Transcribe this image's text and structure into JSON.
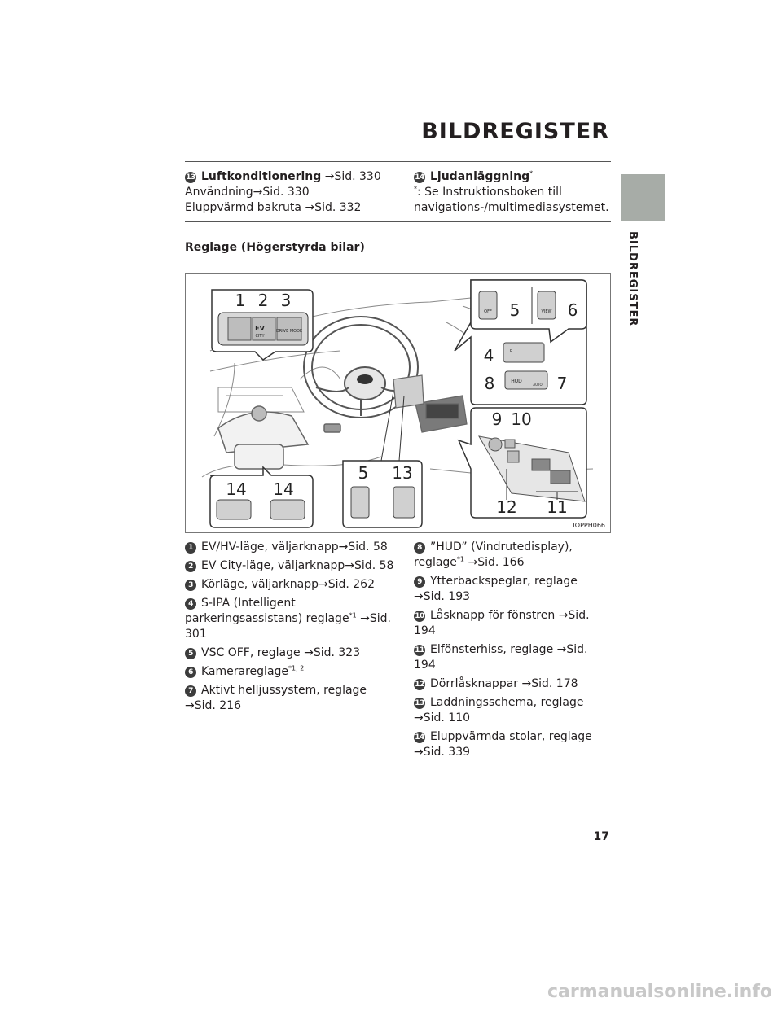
{
  "header": {
    "title": "BILDREGISTER"
  },
  "side_tab": {
    "label": "BILDREGISTER"
  },
  "top_section": {
    "left": {
      "badge": "13",
      "title": "Luftkonditionering",
      "title_ref": "→Sid. 330",
      "line1": "Användning→Sid. 330",
      "line2": "Eluppvärmd bakruta →Sid. 332"
    },
    "right": {
      "badge": "14",
      "title": "Ljudanläggning",
      "title_sup": "*",
      "note_sup": "*",
      "note": ": Se Instruktionsboken till navigations-/multimediasystemet."
    }
  },
  "subheading": "Reglage (Högerstyrda bilar)",
  "figure": {
    "code": "IOPPH066",
    "callouts": [
      "1",
      "2",
      "3",
      "4",
      "5",
      "6",
      "7",
      "8",
      "9",
      "10",
      "11",
      "12",
      "13",
      "14"
    ],
    "button_labels": {
      "drive_mode": "DRIVE MODE",
      "ev": "EV",
      "city": "CITY",
      "off": "OFF",
      "view": "VIEW",
      "hud": "HUD",
      "auto": "AUTO",
      "p": "P"
    }
  },
  "list_left": [
    {
      "badge": "1",
      "text": "EV/HV-läge, väljarknapp→Sid. 58"
    },
    {
      "badge": "2",
      "text": "EV City-läge, väljarknapp→Sid. 58"
    },
    {
      "badge": "3",
      "text": "Körläge, väljarknapp→Sid. 262"
    },
    {
      "badge": "4",
      "text": "S-IPA (Intelligent parkeringsassistans) reglage",
      "sup": "*1",
      "ref": " →Sid. 301"
    },
    {
      "badge": "5",
      "text": "VSC OFF, reglage →Sid. 323"
    },
    {
      "badge": "6",
      "text": "Kamerareglage",
      "sup": "*1, 2",
      "ref": ""
    },
    {
      "badge": "7",
      "text": "Aktivt helljussystem, reglage →Sid. 216"
    }
  ],
  "list_right": [
    {
      "badge": "8",
      "text": "”HUD” (Vindrutedisplay), reglage",
      "sup": "*1",
      "ref": " →Sid. 166"
    },
    {
      "badge": "9",
      "text": "Ytterbackspeglar, reglage →Sid. 193"
    },
    {
      "badge": "10",
      "text": "Låsknapp för fönstren →Sid. 194"
    },
    {
      "badge": "11",
      "text": "Elfönsterhiss, reglage →Sid. 194"
    },
    {
      "badge": "12",
      "text": "Dörrlåsknappar →Sid. 178"
    },
    {
      "badge": "13",
      "text": "Laddningsschema, reglage →Sid. 110"
    },
    {
      "badge": "14",
      "text": "Eluppvärmda stolar, reglage →Sid. 339"
    }
  ],
  "page_number": "17",
  "watermark": "carmanualsonline.info"
}
